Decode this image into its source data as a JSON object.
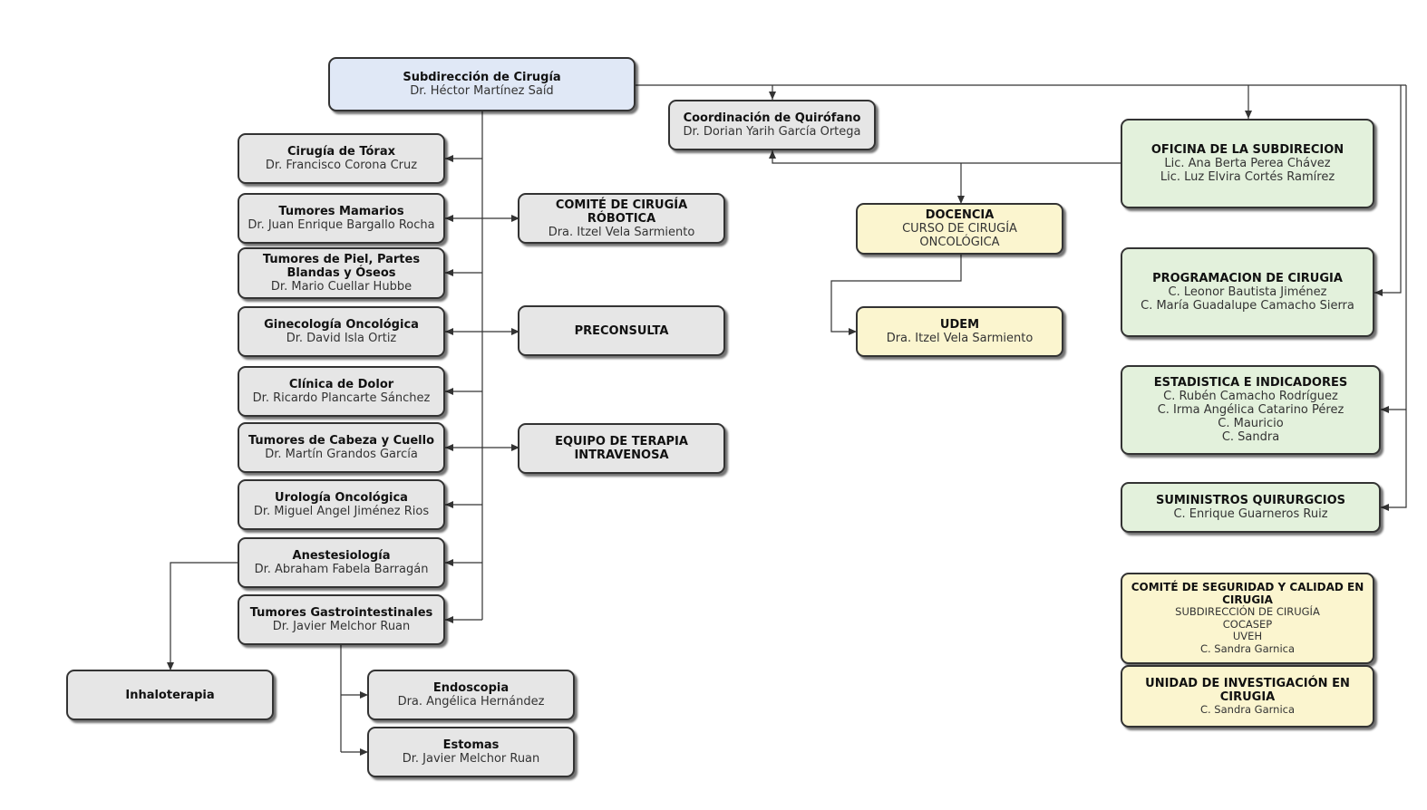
{
  "nodes": [
    {
      "id": "subdireccion",
      "title": "Subdirección de Cirugía",
      "lines": [
        "Dr. Héctor Martínez Saíd"
      ]
    },
    {
      "id": "torax",
      "title": "Cirugía de Tórax",
      "lines": [
        "Dr. Francisco Corona Cruz"
      ]
    },
    {
      "id": "mamarios",
      "title": "Tumores Mamarios",
      "lines": [
        "Dr. Juan Enrique Bargallo Rocha"
      ]
    },
    {
      "id": "piel",
      "title": "Tumores de Piel, Partes Blandas y Óseos",
      "lines": [
        "Dr. Mario Cuellar Hubbe"
      ]
    },
    {
      "id": "ginecologia",
      "title": "Ginecología Oncológica",
      "lines": [
        "Dr. David Isla Ortiz"
      ]
    },
    {
      "id": "dolor",
      "title": "Clínica de Dolor",
      "lines": [
        "Dr. Ricardo Plancarte Sánchez"
      ]
    },
    {
      "id": "cabeza",
      "title": "Tumores de Cabeza y Cuello",
      "lines": [
        "Dr. Martín Grandos García"
      ]
    },
    {
      "id": "urologia",
      "title": "Urología Oncológica",
      "lines": [
        "Dr. Miguel Angel Jiménez Rios"
      ]
    },
    {
      "id": "anestesiologia",
      "title": "Anestesiología",
      "lines": [
        "Dr. Abraham Fabela Barragán"
      ]
    },
    {
      "id": "gastro",
      "title": "Tumores Gastrointestinales",
      "lines": [
        "Dr. Javier Melchor Ruan"
      ]
    },
    {
      "id": "inhaloterapia",
      "title": "Inhaloterapia",
      "lines": []
    },
    {
      "id": "endoscopia",
      "title": "Endoscopia",
      "lines": [
        "Dra. Angélica Hernández"
      ]
    },
    {
      "id": "estomas",
      "title": "Estomas",
      "lines": [
        "Dr. Javier Melchor Ruan"
      ]
    },
    {
      "id": "comite_robotica",
      "title": "COMITÉ DE CIRUGÍA RÓBOTICA",
      "lines": [
        "Dra. Itzel Vela Sarmiento"
      ]
    },
    {
      "id": "preconsulta",
      "title": "PRECONSULTA",
      "lines": []
    },
    {
      "id": "terapia",
      "title": "EQUIPO DE TERAPIA INTRAVENOSA",
      "lines": []
    },
    {
      "id": "quirofano",
      "title": "Coordinación de Quirófano",
      "lines": [
        "Dr. Dorian Yarih García Ortega"
      ]
    },
    {
      "id": "docencia",
      "title": "DOCENCIA",
      "lines": [
        "CURSO DE CIRUGÍA ONCOLÓGICA"
      ]
    },
    {
      "id": "udem",
      "title": "UDEM",
      "lines": [
        "Dra. Itzel Vela Sarmiento"
      ]
    },
    {
      "id": "oficina",
      "title": "OFICINA DE LA SUBDIRECION",
      "lines": [
        "Lic. Ana Berta Perea Chávez",
        "Lic. Luz Elvira Cortés Ramírez"
      ]
    },
    {
      "id": "programacion",
      "title": "PROGRAMACION DE CIRUGIA",
      "lines": [
        "C. Leonor Bautista Jiménez",
        "C. María Guadalupe Camacho Sierra"
      ]
    },
    {
      "id": "estadistica",
      "title": "ESTADISTICA E INDICADORES",
      "lines": [
        "C. Rubén Camacho Rodríguez",
        "C. Irma Angélica Catarino Pérez",
        "C. Mauricio",
        "C. Sandra"
      ]
    },
    {
      "id": "suministros",
      "title": "SUMINISTROS QUIRURGCIOS",
      "lines": [
        "C. Enrique Guarneros Ruiz"
      ]
    },
    {
      "id": "comite_seguridad",
      "title": "COMITÉ DE SEGURIDAD Y CALIDAD EN CIRUGIA",
      "lines": [
        "SUBDIRECCIÓN DE CIRUGÍA",
        "COCASEP",
        "UVEH",
        "C. Sandra Garnica"
      ]
    },
    {
      "id": "investigacion",
      "title": "UNIDAD DE INVESTIGACIÓN EN CIRUGIA",
      "lines": [
        "C. Sandra Garnica"
      ]
    }
  ],
  "colors": {
    "grey": "#e6e6e6",
    "blue": "#e0e8f6",
    "green": "#e3f1dc",
    "yellow": "#fbf5cf",
    "line": "#333333"
  }
}
